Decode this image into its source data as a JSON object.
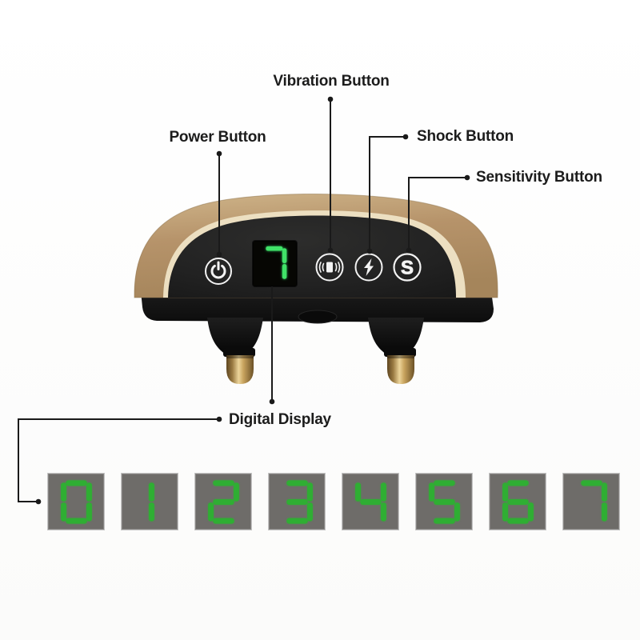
{
  "callouts": {
    "vibration": "Vibration Button",
    "power": "Power Button",
    "shock": "Shock Button",
    "sensitivity": "Sensitivity Button",
    "display": "Digital Display"
  },
  "device": {
    "type_label": "dog-training-collar-receiver",
    "display_value": "7",
    "display_color": "#41e268",
    "sensitivity_letter": "S",
    "buttons": [
      {
        "name": "power-button",
        "icon": "power-icon"
      },
      {
        "name": "vibration-button",
        "icon": "vibration-icon"
      },
      {
        "name": "shock-button",
        "icon": "lightning-icon"
      },
      {
        "name": "sensitivity-button",
        "icon": "letter-s-icon"
      }
    ],
    "colors": {
      "shell_gold": "#b6936a",
      "shell_gold_light": "#cfb58a",
      "trim_cream": "#ecdfc1",
      "face_black": "#232323",
      "base_black": "#151515",
      "prong_brass": "#c09a58",
      "display_background": "#060603"
    }
  },
  "digit_row": {
    "digits": [
      "0",
      "1",
      "2",
      "3",
      "4",
      "5",
      "6",
      "7"
    ],
    "tile_color": "#6e6c69",
    "digit_color": "#2fae33"
  }
}
